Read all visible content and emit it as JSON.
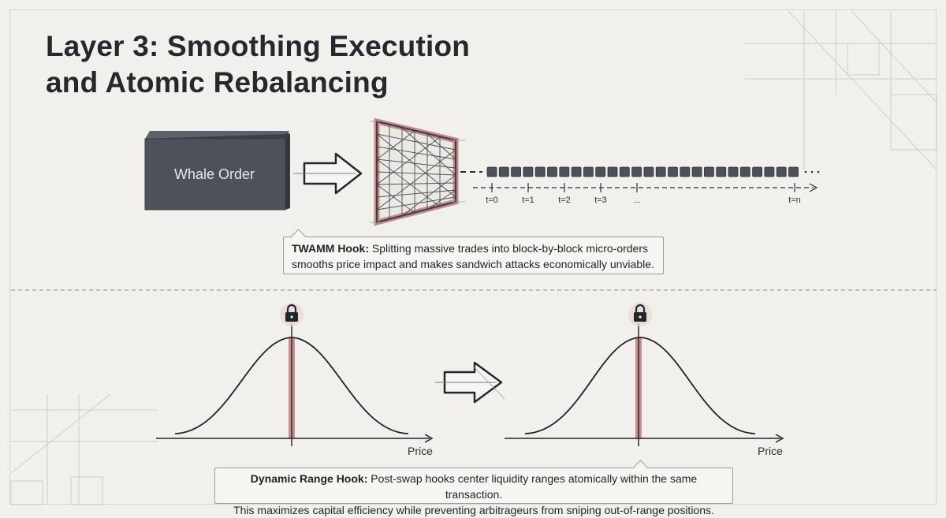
{
  "title": {
    "line1": "Layer 3: Smoothing Execution",
    "line2": "and Atomic Rebalancing"
  },
  "twamm": {
    "source_label": "Whale Order",
    "micro_order_count": 26,
    "timeline_ticks": [
      "t=0",
      "t=1",
      "t=2",
      "t=3",
      "...",
      "t=n"
    ],
    "callout_title": "TWAMM Hook:",
    "callout_text_line1": "Splitting massive trades into block-by-block micro-orders",
    "callout_text_line2": "smooths price impact and makes sandwich attacks economically unviable."
  },
  "dynamic_range": {
    "axis_label_left": "Price",
    "axis_label_right": "Price",
    "lock_icon": "lock-icon",
    "callout_title": "Dynamic Range Hook:",
    "callout_text_line1": "Post-swap hooks center liquidity ranges atomically within the same transaction.",
    "callout_text_line2": "This maximizes capital efficiency while preventing arbitrageurs from sniping out-of-range positions."
  },
  "colors": {
    "background": "#f1f0ec",
    "whale_box": "#4d5159",
    "accent_range": "#c98f8f",
    "ink": "#1f2329"
  }
}
